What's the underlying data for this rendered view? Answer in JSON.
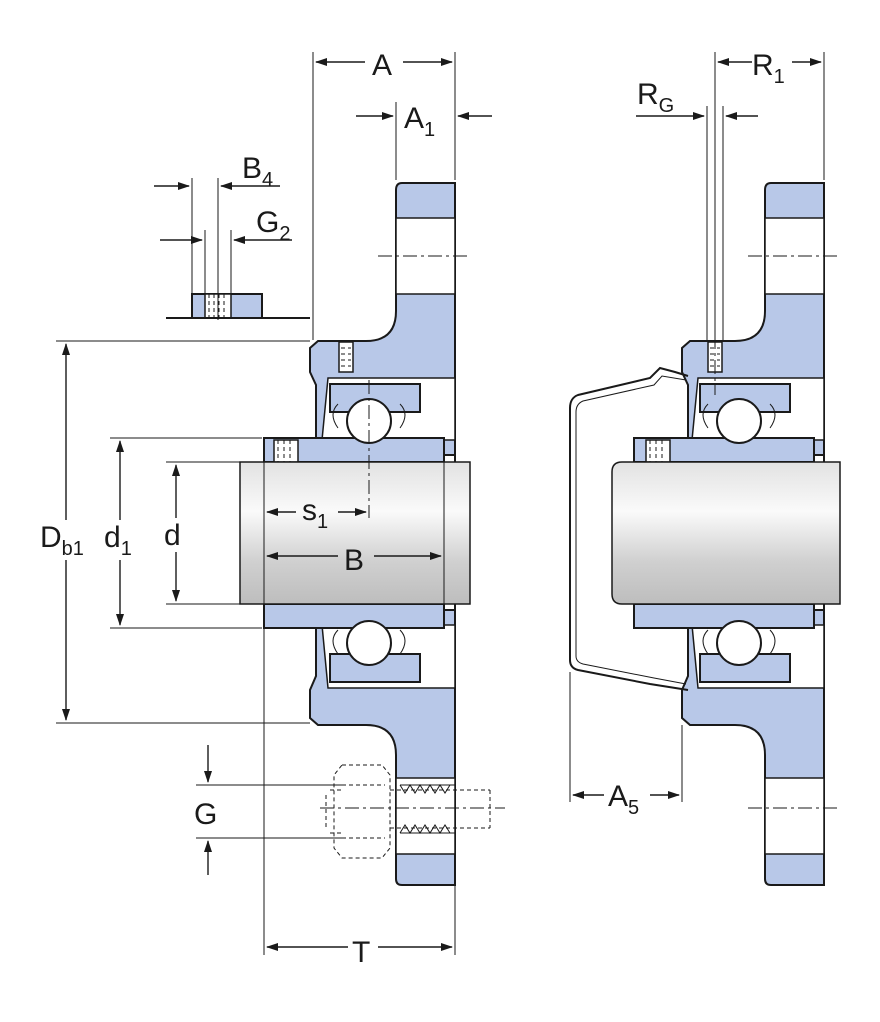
{
  "labels": {
    "A": "A",
    "A1": "A",
    "A1_sub": "1",
    "B4": "B",
    "B4_sub": "4",
    "G2": "G",
    "G2_sub": "2",
    "RG": "R",
    "RG_sub": "G",
    "R1": "R",
    "R1_sub": "1",
    "Db1": "D",
    "Db1_sub": "b1",
    "d1": "d",
    "d1_sub": "1",
    "d": "d",
    "s1": "s",
    "s1_sub": "1",
    "B": "B",
    "G": "G",
    "A5": "A",
    "A5_sub": "5",
    "T": "T"
  },
  "colors": {
    "housing_fill": "#b8c8e8",
    "line": "#1a1a1a",
    "background": "#ffffff"
  }
}
